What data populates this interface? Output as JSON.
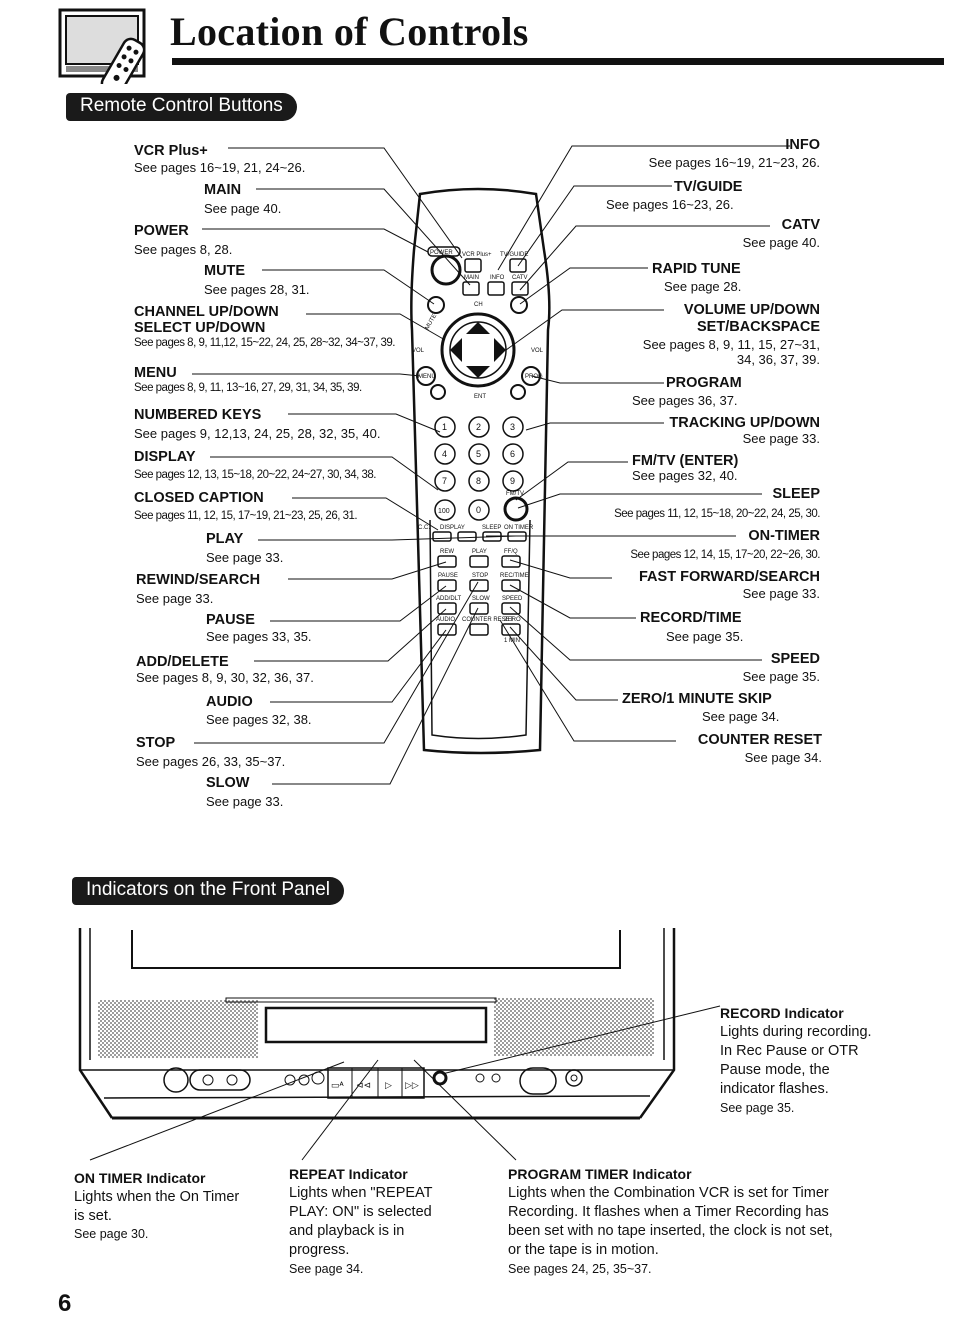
{
  "page_title": "Location of Controls",
  "page_number": "6",
  "remote_section": {
    "heading": "Remote Control Buttons",
    "left_labels": [
      {
        "label": "VCR Plus+",
        "pages": "See pages 16~19, 21, 24~26."
      },
      {
        "label": "MAIN",
        "pages": "See page 40."
      },
      {
        "label": "POWER",
        "pages": "See pages 8, 28."
      },
      {
        "label": "MUTE",
        "pages": "See pages 28, 31."
      },
      {
        "label": "CHANNEL UP/DOWN",
        "label2": "SELECT UP/DOWN",
        "pages": "See pages 8, 9, 11,12, 15~22, 24, 25, 28~32, 34~37, 39."
      },
      {
        "label": "MENU",
        "pages": "See pages 8, 9, 11, 13~16, 27, 29, 31, 34, 35, 39."
      },
      {
        "label": "NUMBERED KEYS",
        "pages": "See pages 9, 12,13, 24, 25, 28, 32, 35, 40."
      },
      {
        "label": "DISPLAY",
        "pages": "See pages 12, 13, 15~18, 20~22, 24~27, 30, 34, 38."
      },
      {
        "label": "CLOSED CAPTION",
        "pages": "See pages 11, 12, 15, 17~19, 21~23, 25, 26, 31."
      },
      {
        "label": "PLAY",
        "pages": "See page 33."
      },
      {
        "label": "REWIND/SEARCH",
        "pages": "See page 33."
      },
      {
        "label": "PAUSE",
        "pages": "See pages 33, 35."
      },
      {
        "label": "ADD/DELETE",
        "pages": "See pages 8, 9, 30, 32, 36, 37."
      },
      {
        "label": "AUDIO",
        "pages": "See pages 32, 38."
      },
      {
        "label": "STOP",
        "pages": "See pages 26, 33, 35~37."
      },
      {
        "label": "SLOW",
        "pages": "See page 33."
      }
    ],
    "right_labels": [
      {
        "label": "INFO",
        "pages": "See pages 16~19, 21~23, 26."
      },
      {
        "label": "TV/GUIDE",
        "pages": "See pages 16~23, 26."
      },
      {
        "label": "CATV",
        "pages": "See page 40."
      },
      {
        "label": "RAPID TUNE",
        "pages": "See page 28."
      },
      {
        "label": "VOLUME UP/DOWN",
        "label2": "SET/BACKSPACE",
        "pages": "See pages 8, 9, 11, 15, 27~31,",
        "pages2": "34, 36, 37, 39."
      },
      {
        "label": "PROGRAM",
        "pages": "See pages 36, 37."
      },
      {
        "label": "TRACKING UP/DOWN",
        "pages": "See page 33."
      },
      {
        "label": "FM/TV (ENTER)",
        "pages": "See pages 32, 40."
      },
      {
        "label": "SLEEP",
        "pages": "See pages 11, 12, 15~18, 20~22, 24, 25, 30."
      },
      {
        "label": "ON-TIMER",
        "pages": "See pages 12, 14, 15, 17~20, 22~26, 30."
      },
      {
        "label": "FAST FORWARD/SEARCH",
        "pages": "See page 33."
      },
      {
        "label": "RECORD/TIME",
        "pages": "See page 35."
      },
      {
        "label": "SPEED",
        "pages": "See page 35."
      },
      {
        "label": "ZERO/1 MINUTE SKIP",
        "pages": "See page 34."
      },
      {
        "label": "COUNTER RESET",
        "pages": "See page 34."
      }
    ],
    "remote_keys": {
      "power": "POWER",
      "vcr_plus": "VCR Plus+",
      "tv_guide": "TV/GUIDE",
      "main": "MAIN",
      "info": "INFO",
      "catv": "CATV",
      "ch": "CH",
      "vol": "VOL",
      "mute": "MUTE",
      "menu": "MENU",
      "prog": "PROG",
      "ent": "ENT",
      "numbers": [
        "1",
        "2",
        "3",
        "4",
        "5",
        "6",
        "7",
        "8",
        "9",
        "100",
        "0"
      ],
      "fmtv": "FM/TV",
      "cc": "C.C.",
      "display": "DISPLAY",
      "sleep": "SLEEP",
      "on_timer": "ON TIMER",
      "rew": "REW",
      "play": "PLAY",
      "ff": "FF/Q",
      "pause": "PAUSE",
      "stop": "STOP",
      "rec_time": "REC/TIME",
      "add_dlt": "ADD/DLT",
      "slow": "SLOW",
      "speed": "SPEED",
      "audio": "AUDIO",
      "counter_reset": "COUNTER RESET",
      "zero": "ZERO",
      "one_min": "1 MIN"
    }
  },
  "panel_section": {
    "heading": "Indicators on the Front Panel",
    "indicators": {
      "record": {
        "title": "RECORD Indicator",
        "lines": [
          "Lights during recording.",
          "In Rec Pause or OTR",
          "Pause mode, the",
          "indicator flashes."
        ],
        "pages": "See page 35."
      },
      "on_timer": {
        "title": "ON TIMER Indicator",
        "lines": [
          "Lights when the On Timer",
          "is set."
        ],
        "pages": "See page 30."
      },
      "repeat": {
        "title": "REPEAT Indicator",
        "lines": [
          "Lights when \"REPEAT",
          "PLAY: ON\" is selected",
          "and playback is in",
          "progress."
        ],
        "pages": "See page 34."
      },
      "program_timer": {
        "title": "PROGRAM TIMER Indicator",
        "lines": [
          "Lights when the Combination VCR is set for Timer",
          "Recording. It flashes when a Timer Recording has",
          "been set with no tape inserted, the clock is not set,",
          "or the tape is in motion."
        ],
        "pages": "See pages 24, 25, 35~37."
      }
    }
  },
  "colors": {
    "ink": "#111111",
    "heading_bg": "#1a1a1a",
    "paper": "#ffffff"
  }
}
